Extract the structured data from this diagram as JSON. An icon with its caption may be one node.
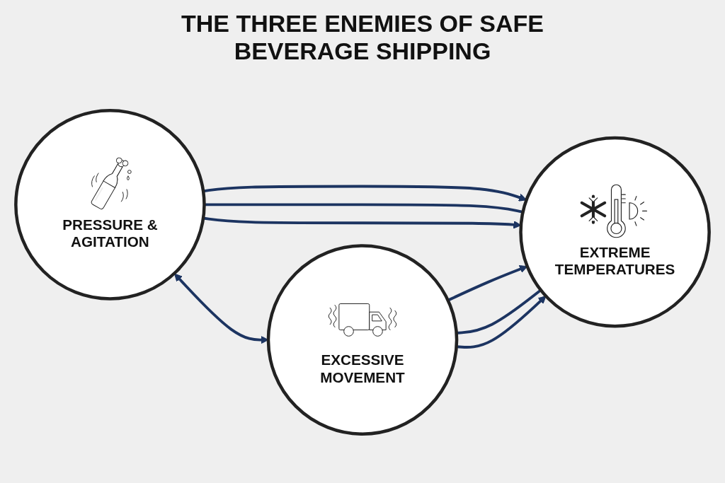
{
  "diagram": {
    "title": "THE THREE ENEMIES OF SAFE BEVERAGE SHIPPING",
    "nodes": [
      {
        "text": [
          "EXTREME TEMPERATURES"
        ]
      },
      {
        "text": [
          "PRESSURE & AGITATION"
        ]
      },
      {
        "text": [
          "EXCESSIVE MOVEMENT"
        ]
      }
    ],
    "edges": [
      {
        "from": 1,
        "to": 0,
        "arrow": "to"
      },
      {
        "from": 1,
        "to": 0,
        "arrow": "none"
      },
      {
        "from": 1,
        "to": 0,
        "arrow": "to"
      },
      {
        "from": 2,
        "to": 0,
        "arrow": "to"
      },
      {
        "from": 2,
        "to": 0,
        "arrow": "none"
      },
      {
        "from": 2,
        "to": 0,
        "arrow": "to"
      },
      {
        "from": 1,
        "to": 2,
        "arrow": "both"
      }
    ]
  }
}
